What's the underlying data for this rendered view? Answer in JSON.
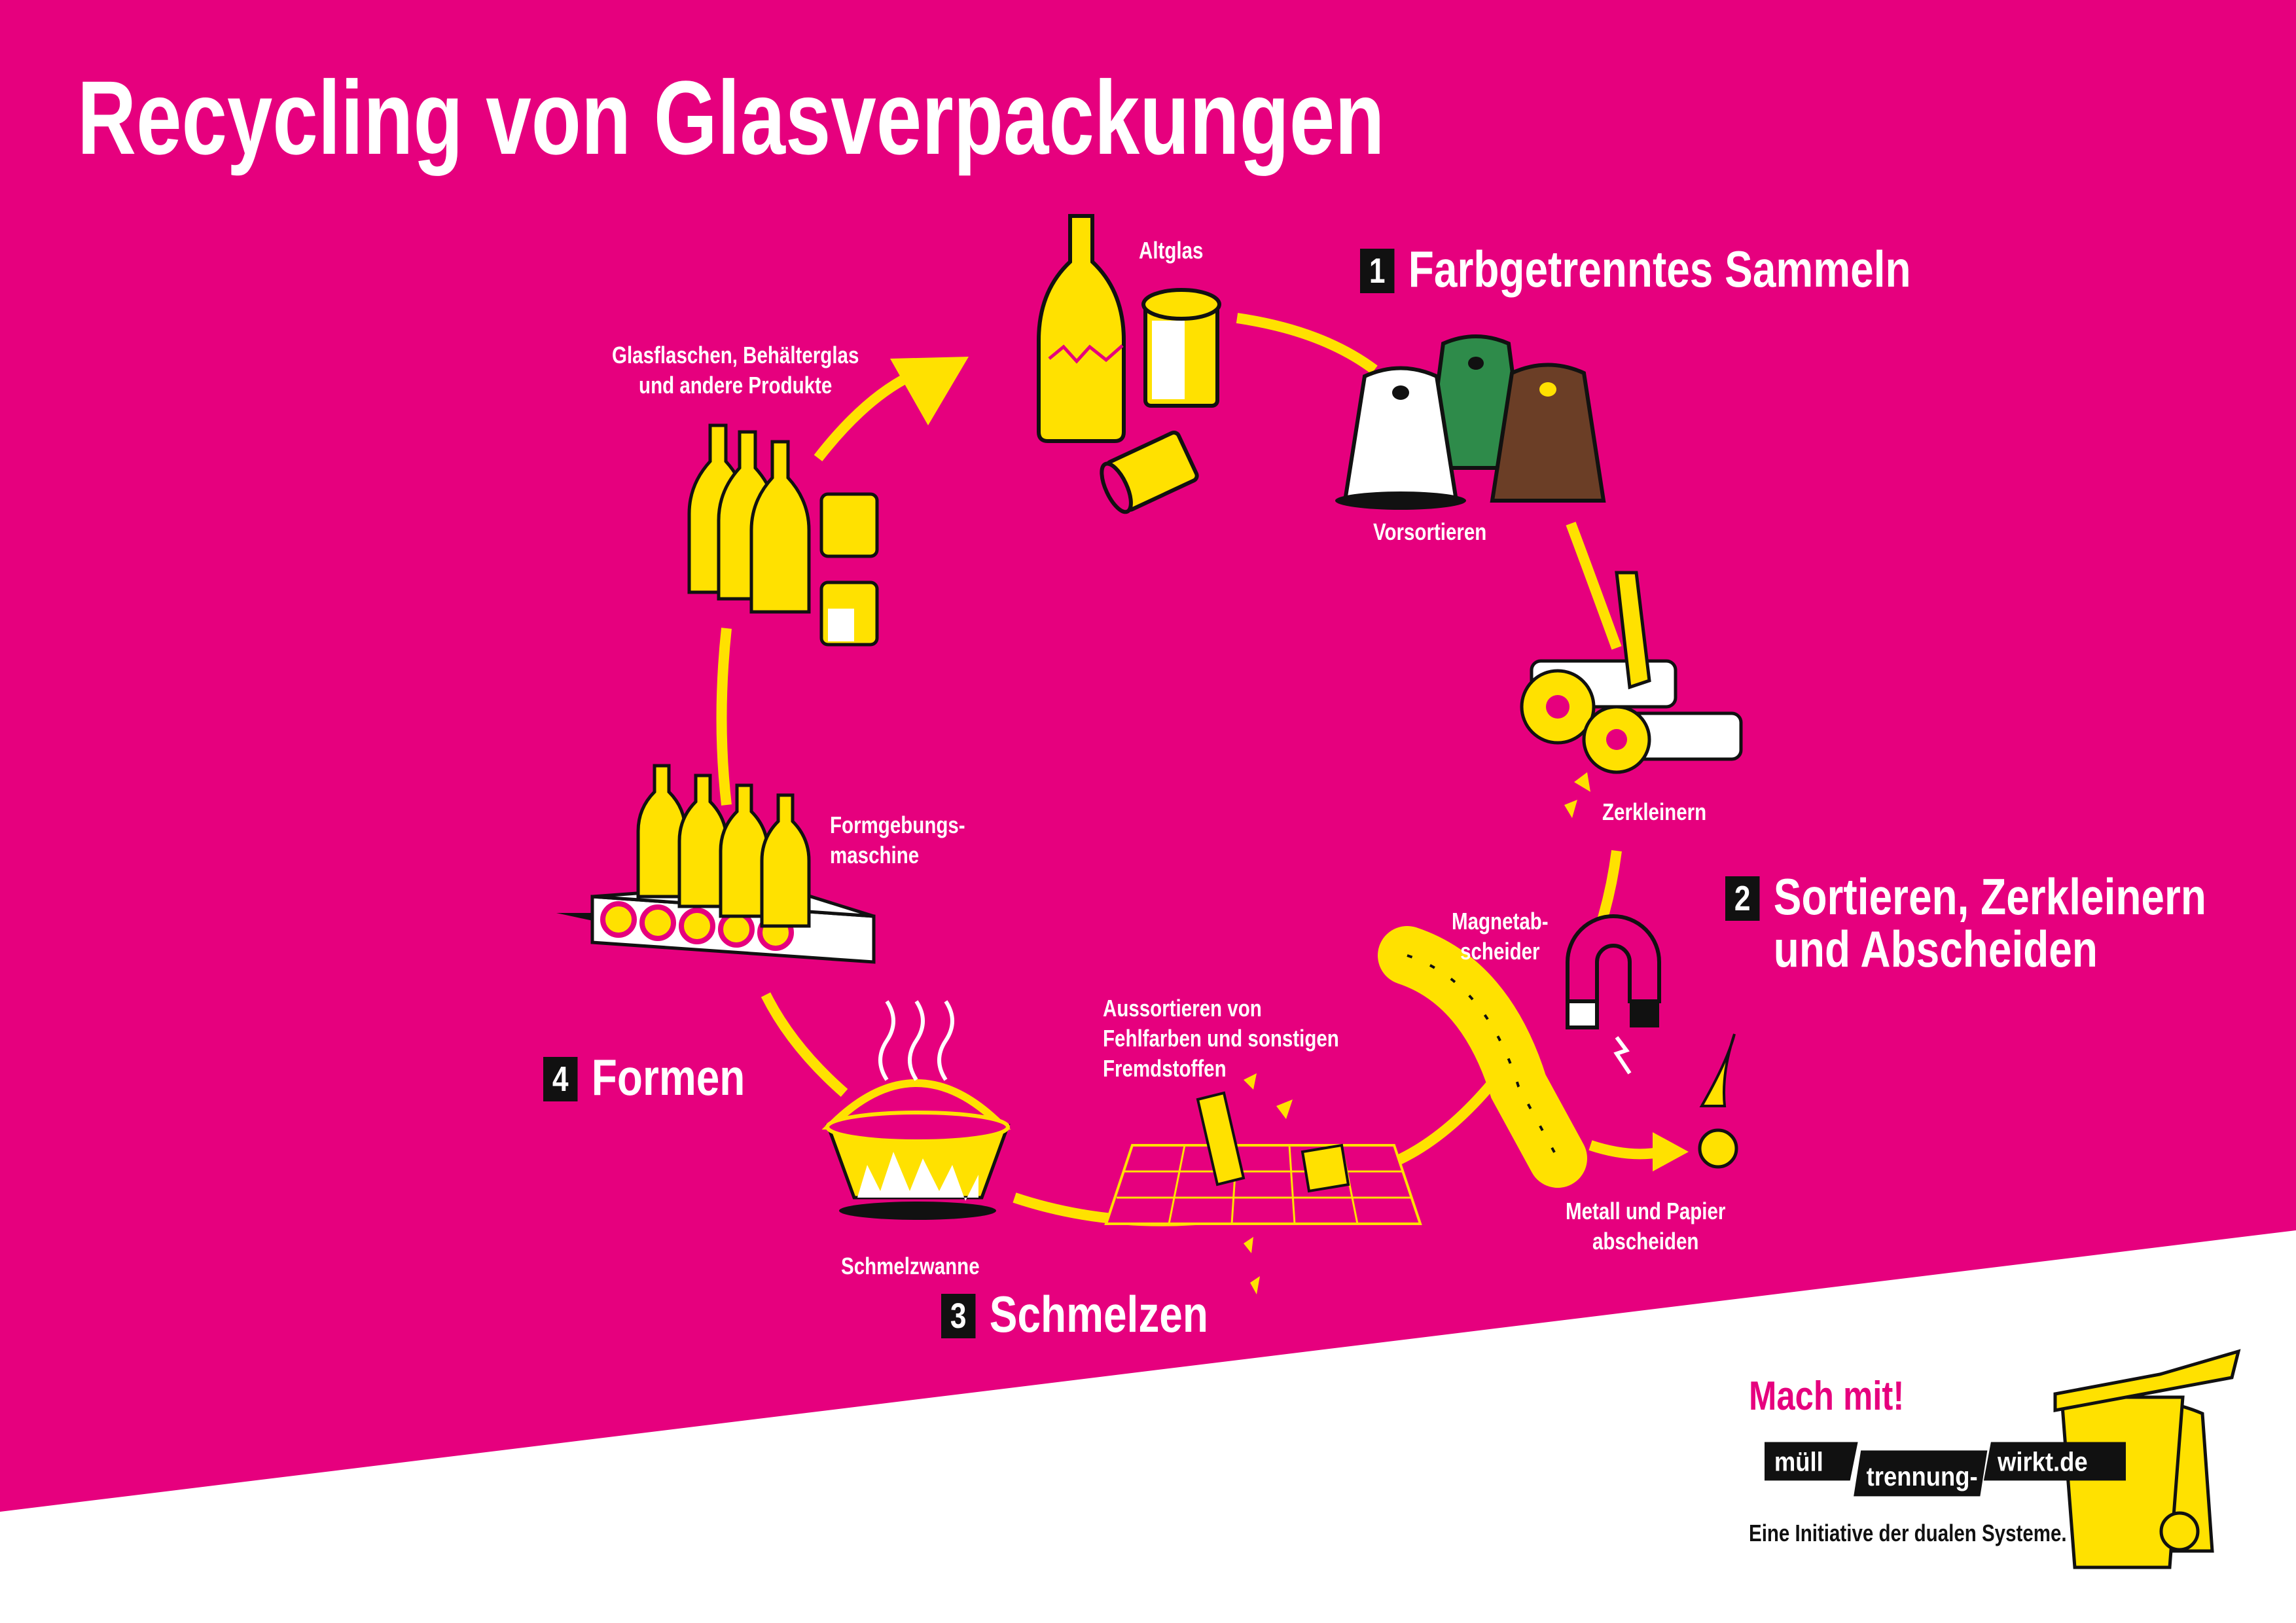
{
  "title": "Recycling von Glasverpackungen",
  "steps": [
    {
      "number": "1",
      "title": "Farbgetrenntes Sammeln"
    },
    {
      "number": "2",
      "title_line_1": "Sortieren, Zerkleinern",
      "title_line_2": "und Abscheiden"
    },
    {
      "number": "3",
      "title": "Schmelzen"
    },
    {
      "number": "4",
      "title": "Formen"
    }
  ],
  "labels": {
    "altglas": "Altglas",
    "vorsortieren": "Vorsortieren",
    "zerkleinern": "Zerkleinern",
    "magnet_1": "Magnetab-",
    "magnet_2": "scheider",
    "metall_1": "Metall und Papier",
    "metall_2": "abscheiden",
    "aussort_1": "Aussortieren von",
    "aussort_2": "Fehlfarben und sonstigen",
    "aussort_3": "Fremdstoffen",
    "schmelzwanne": "Schmelzwanne",
    "form_1": "Formgebungs-",
    "form_2": "maschine",
    "glas_1": "Glasflaschen, Behälterglas",
    "glas_2": "und andere Produkte"
  },
  "footer": {
    "cta": "Mach mit!",
    "logo_1": "müll",
    "logo_2": "trennung-",
    "logo_3": "wirkt.de",
    "tagline": "Eine Initiative der dualen Systeme."
  },
  "colors": {
    "background": "#e6007e",
    "accent": "#ffe100",
    "text": "#ffffff",
    "bin_white": "#ffffff",
    "bin_green": "#2e8b4a",
    "bin_brown": "#6b3e26"
  }
}
